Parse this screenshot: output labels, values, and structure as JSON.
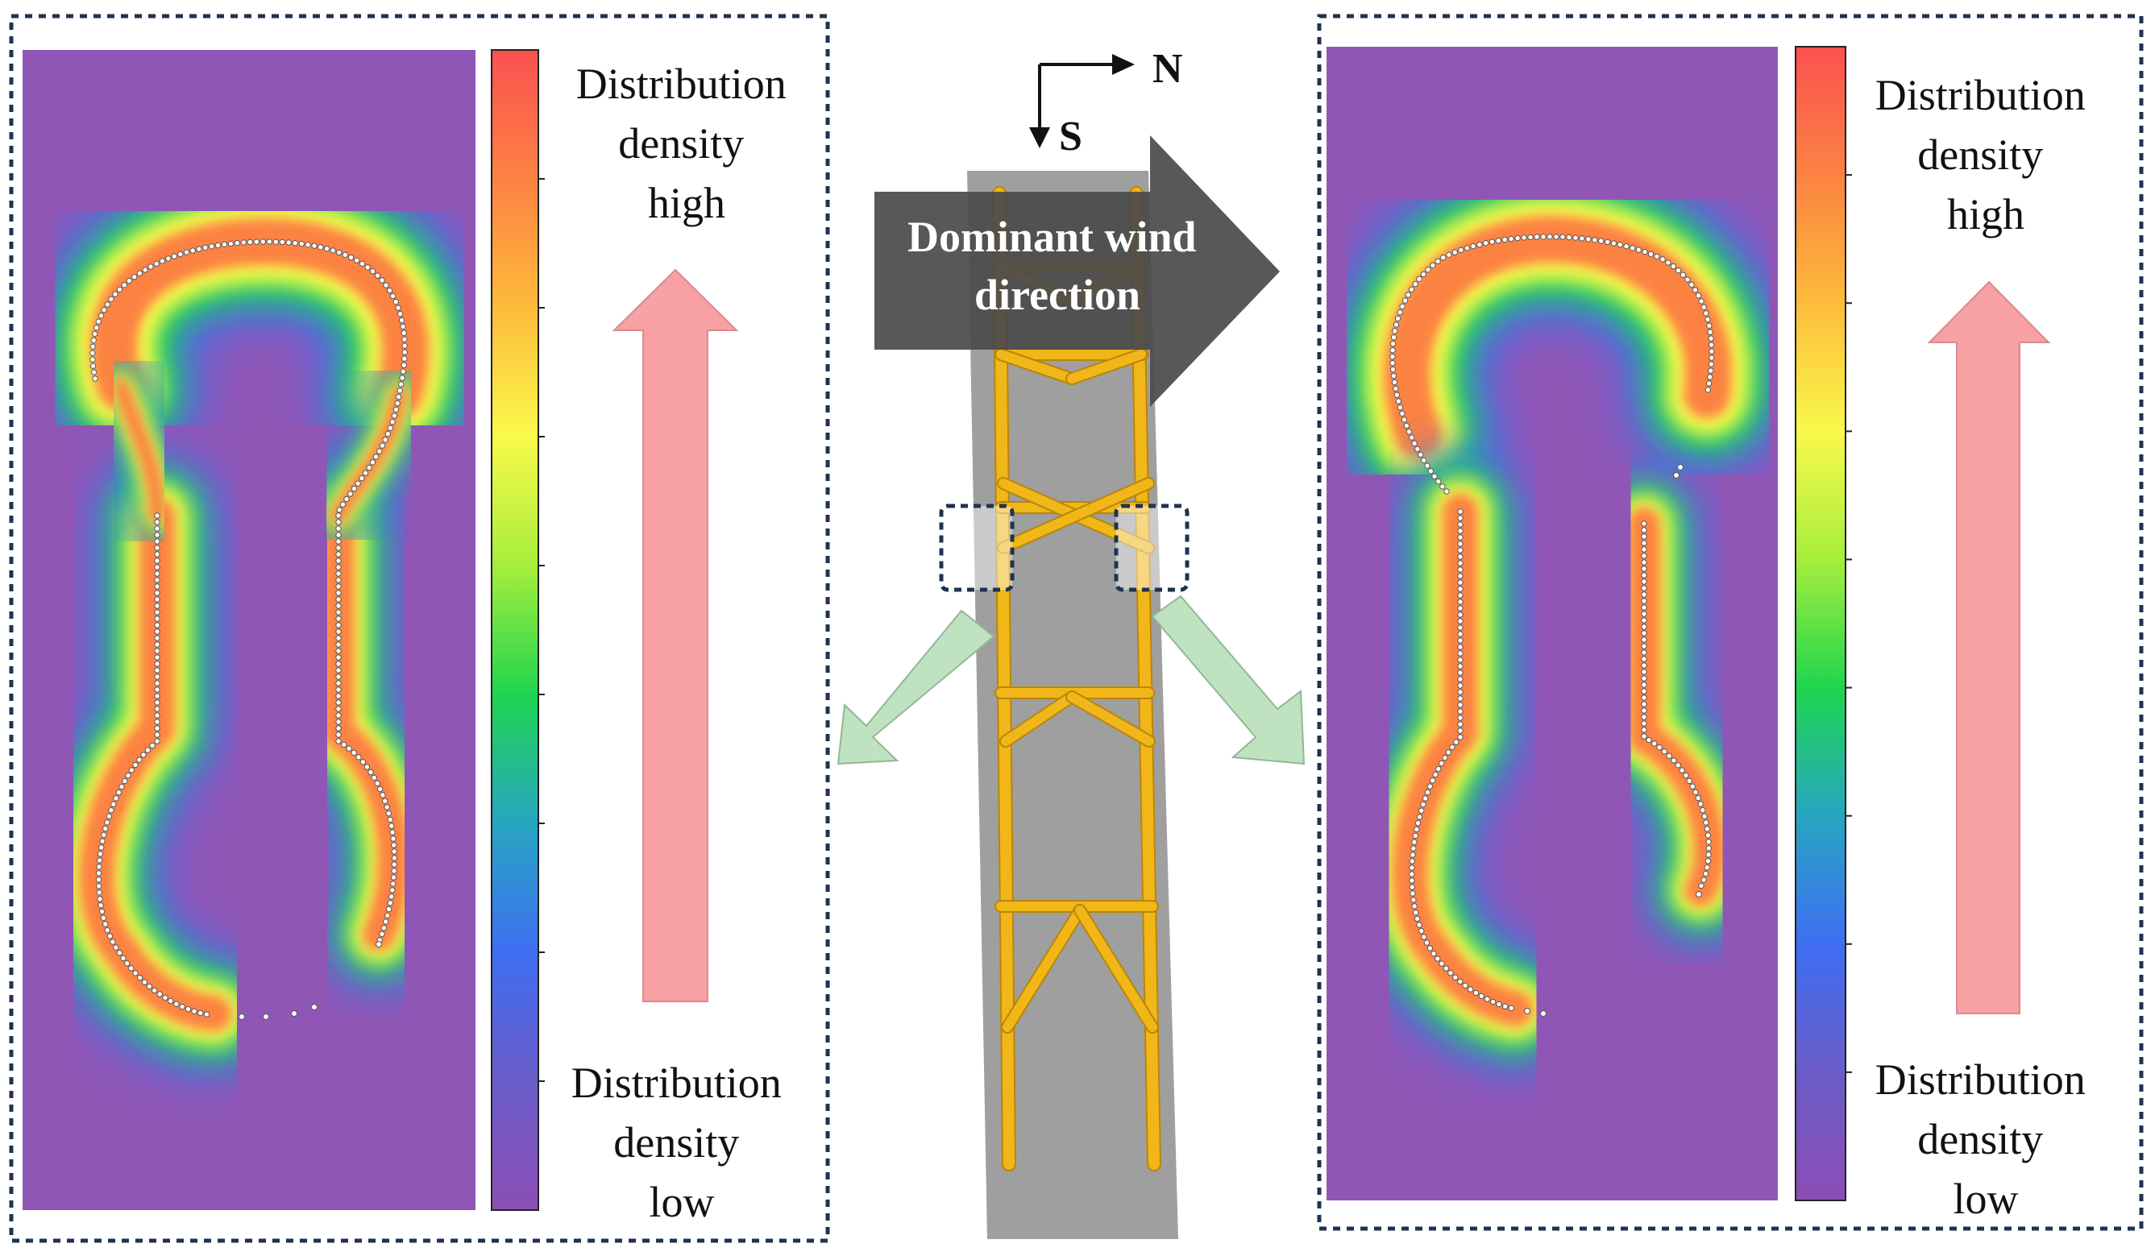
{
  "colors": {
    "field_background": "#9056b6",
    "panel_border": "#1f3350",
    "trend_arrow": "#f7a1a5",
    "tower_band": "#9a9a9a",
    "tower_steel": "#f1b618",
    "wind_arrow": "#4a4a4a",
    "offset_arrow": "#bfe2c0",
    "particle": "#ffffff"
  },
  "colorbar_stops": [
    "#8c4db5",
    "#6a5cc8",
    "#3f6ef2",
    "#27a6c2",
    "#1fd54f",
    "#a6ee3c",
    "#f9f94b",
    "#fdbb3b",
    "#fc8243",
    "#fb5151"
  ],
  "left_panel": {
    "colorbar": {
      "top_label": [
        "Distribution",
        "density",
        "high"
      ],
      "bottom_label": [
        "Distribution",
        "density",
        "low"
      ]
    }
  },
  "right_panel": {
    "colorbar": {
      "top_label": [
        "Distribution",
        "density",
        "high"
      ],
      "bottom_label": [
        "Distribution",
        "density",
        "low"
      ]
    }
  },
  "compass": {
    "east_label": "N",
    "south_label": "S"
  },
  "wind": {
    "line1": "Dominant wind",
    "line2": "direction"
  },
  "icons": {
    "left_offset": "arrow-down-left-icon",
    "right_offset": "arrow-down-right-icon",
    "compass": "compass-arrows-icon"
  }
}
